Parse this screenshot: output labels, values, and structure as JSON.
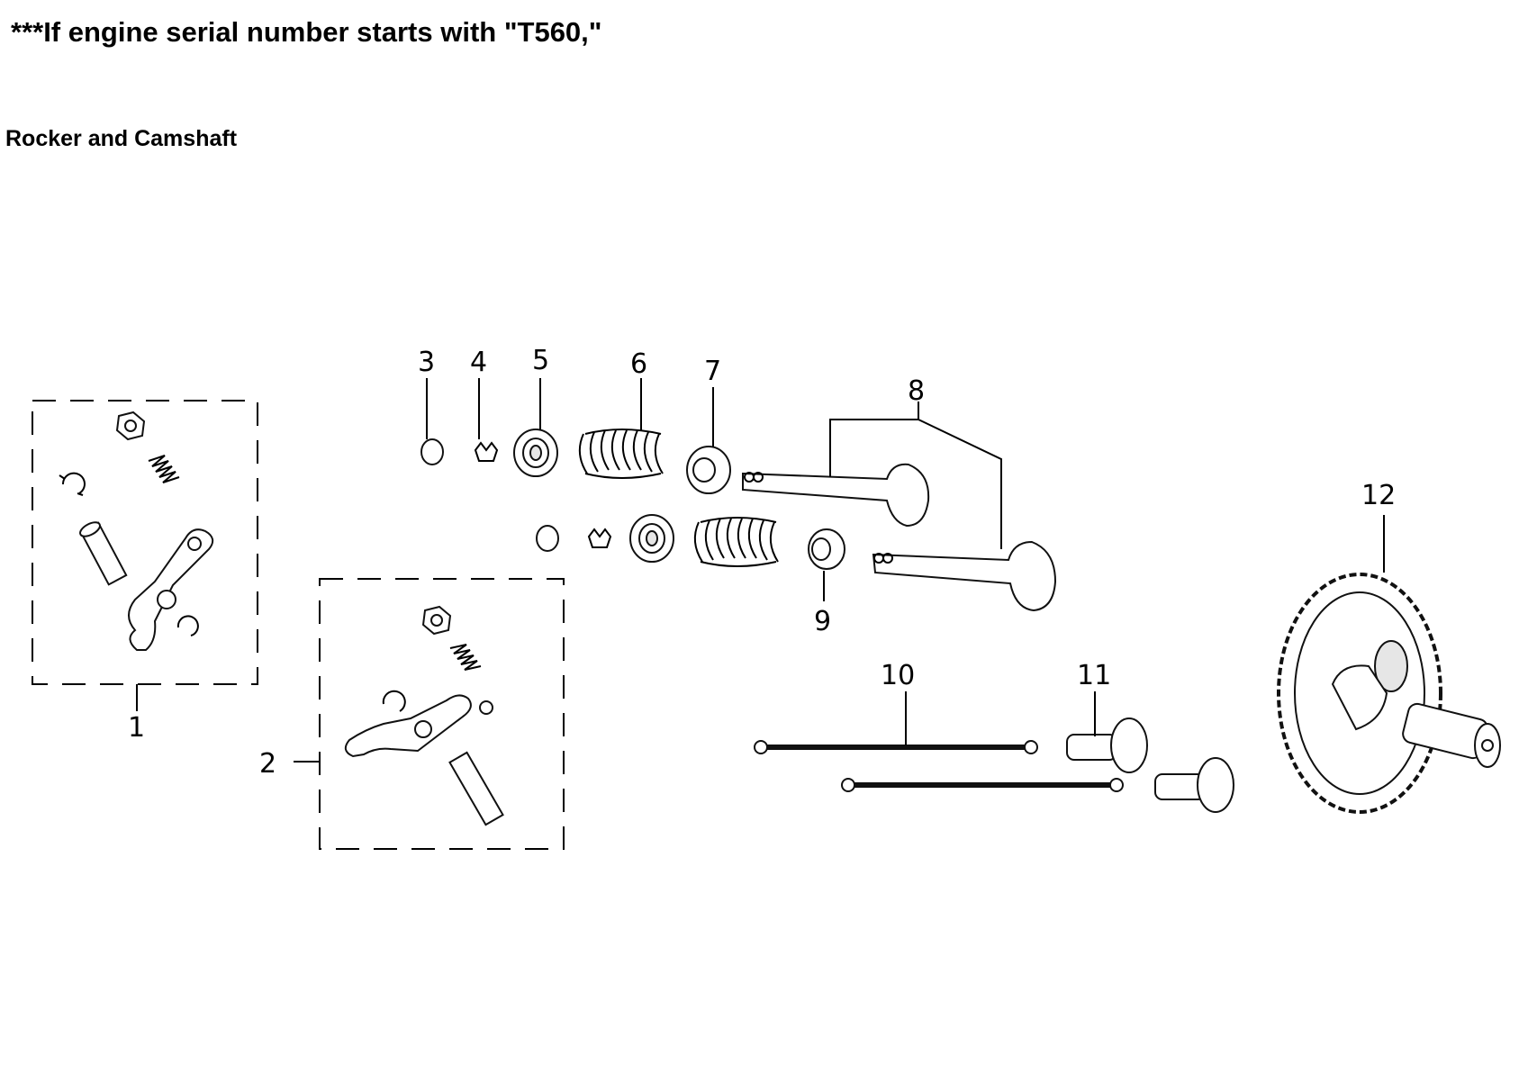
{
  "header": {
    "title": "***If engine serial number starts with \"T560,\"",
    "subtitle": "Rocker and Camshaft"
  },
  "callouts": [
    "1",
    "2",
    "3",
    "4",
    "5",
    "6",
    "7",
    "8",
    "9",
    "10",
    "11",
    "12"
  ]
}
